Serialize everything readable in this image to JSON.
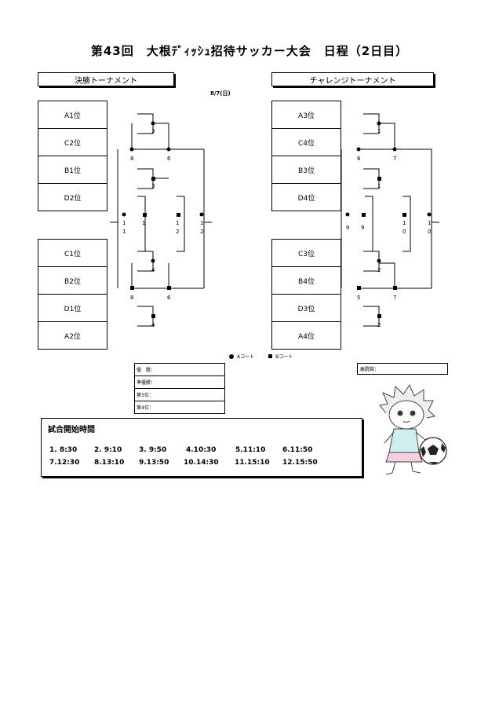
{
  "title": "第43回　大根ﾃﾞｨｯｼｭ招待サッカー大会　日程（2日目）",
  "left": {
    "header": "決勝トーナメント",
    "date": "8/7(日)",
    "teams": [
      "A1位",
      "C2位",
      "B1位",
      "D2位",
      "C1位",
      "B2位",
      "D1位",
      "A2位"
    ],
    "match_numbers": [
      "3",
      "8",
      "6",
      "3",
      "1",
      "1",
      "1",
      "2",
      "1",
      "2",
      "4",
      "8",
      "6",
      "4"
    ]
  },
  "right": {
    "header": "チャレンジトーナメント",
    "teams": [
      "A3位",
      "C4位",
      "B3位",
      "D4位",
      "C3位",
      "B4位",
      "D3位",
      "A4位"
    ],
    "match_numbers": [
      "1",
      "6",
      "7",
      "1",
      "9",
      "9",
      "1",
      "0",
      "1",
      "0",
      "2",
      "5",
      "7",
      "2"
    ]
  },
  "legend": {
    "a_court": "Aコート",
    "b_court": "Bコート"
  },
  "results": [
    "優　勝：",
    "準優勝：",
    "第3位：",
    "第4位："
  ],
  "referee": "敢闘賞：",
  "schedule": {
    "title": "試合開始時間",
    "row1": [
      "1. 8:30",
      "2. 9:10",
      "3. 9:50",
      "4.10:30",
      "5.11:10",
      "6.11:50"
    ],
    "row2": [
      "7.12:30",
      "8.13:10",
      "9.13:50",
      "10.14:30",
      "11.15:10",
      "12.15:50"
    ]
  }
}
